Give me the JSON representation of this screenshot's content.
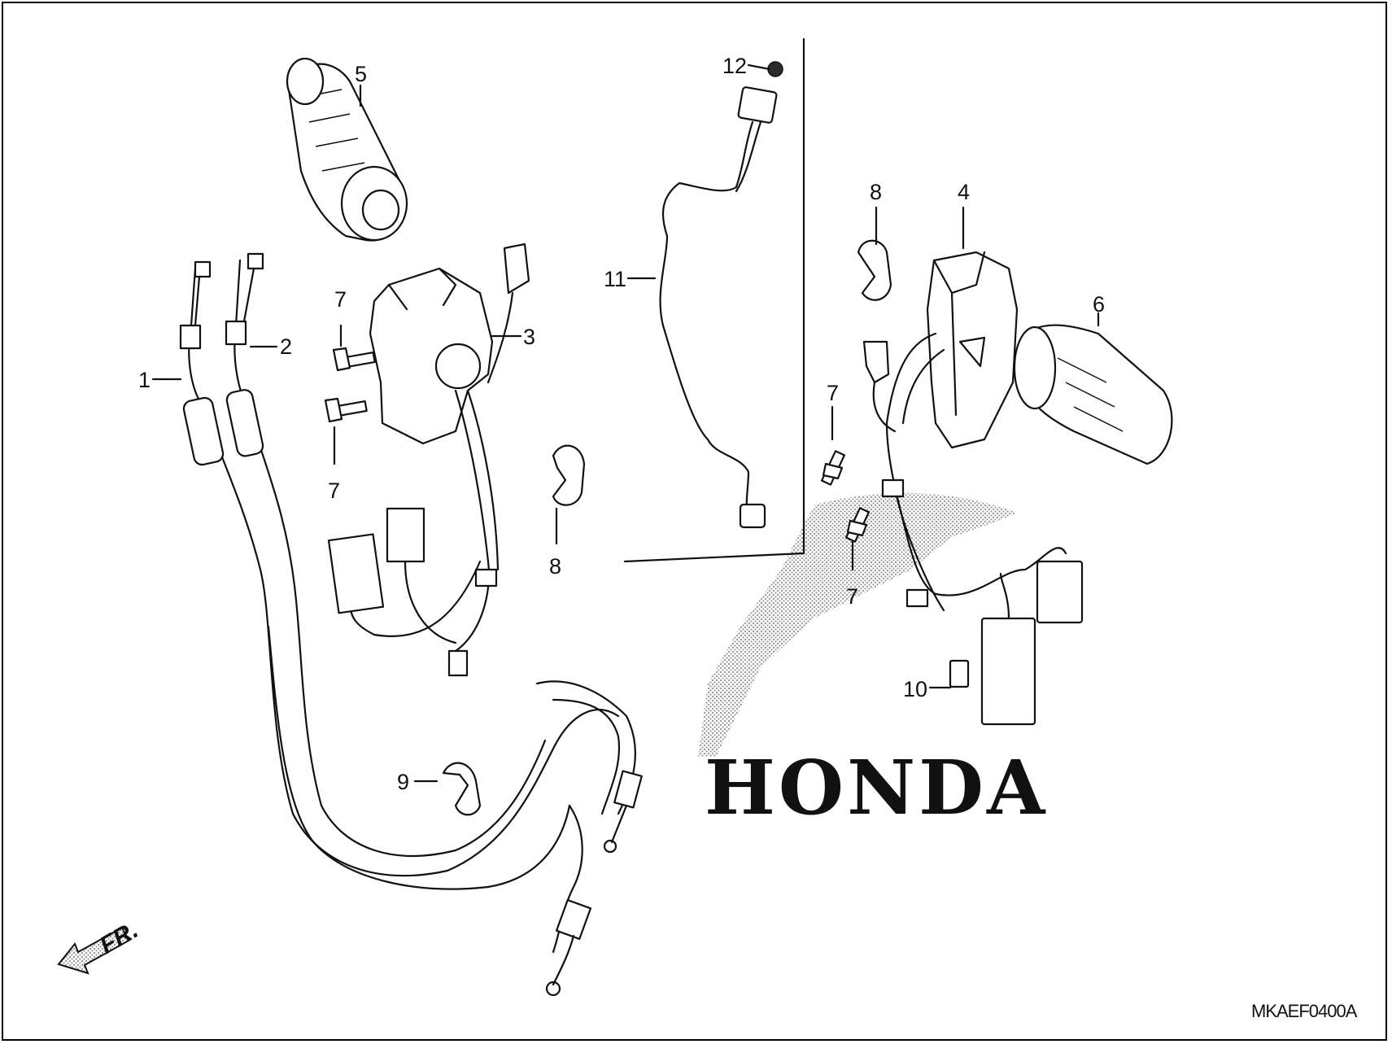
{
  "callouts": {
    "part_1": "1",
    "part_2": "2",
    "part_3": "3",
    "part_4": "4",
    "part_5": "5",
    "part_6": "6",
    "part_7a": "7",
    "part_7b": "7",
    "part_7c": "7",
    "part_7d": "7",
    "part_8a": "8",
    "part_8b": "8",
    "part_9": "9",
    "part_10": "10",
    "part_11": "11",
    "part_12": "12"
  },
  "front_indicator": "FR.",
  "watermark_logo": "HONDA",
  "drawing_code": "MKAEF0400A",
  "colors": {
    "ink": "#111111",
    "background": "#ffffff",
    "watermark": "#9a9a9a"
  },
  "icons": {
    "front_arrow": "front-direction-arrow-icon",
    "watermark": "honda-wing-logo"
  }
}
